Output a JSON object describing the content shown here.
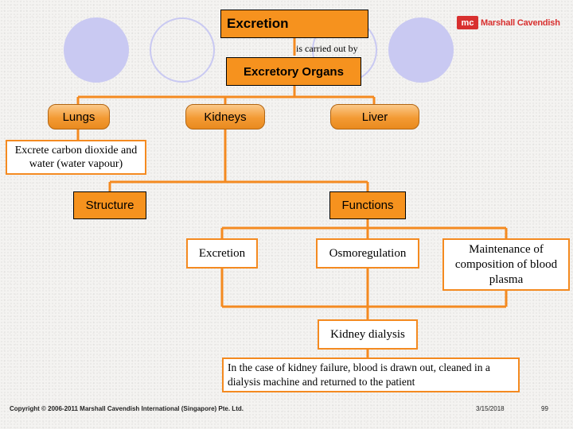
{
  "header": {
    "title": "Excretion",
    "subtitle": "is carried out by"
  },
  "logo": {
    "mark": "mc",
    "name": "Marshall Cavendish"
  },
  "diagram": {
    "organs": "Excretory Organs",
    "lungs": "Lungs",
    "kidneys": "Kidneys",
    "liver": "Liver",
    "lungs_desc": "Excrete carbon dioxide and water (water vapour)",
    "structure": "Structure",
    "functions": "Functions",
    "excretion": "Excretion",
    "osmoregulation": "Osmoregulation",
    "maintenance": "Maintenance of composition of blood plasma",
    "dialysis": "Kidney dialysis",
    "dialysis_desc": "In the case of kidney failure, blood is drawn out, cleaned in a dialysis machine and returned to the patient"
  },
  "footer": {
    "copyright": "Copyright © 2006-2011 Marshall Cavendish International (Singapore) Pte. Ltd.",
    "date": "3/15/2018",
    "page": "99"
  },
  "colors": {
    "accent": "#f6921e",
    "line": "#f48a20",
    "decor": "#c9c9f2"
  }
}
